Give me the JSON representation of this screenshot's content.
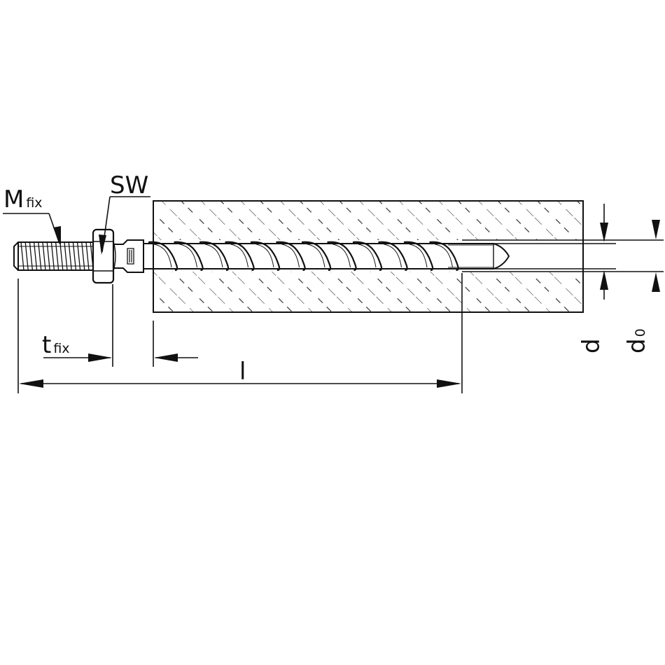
{
  "labels": {
    "m_main": "M",
    "m_sub": "fix",
    "sw": "SW",
    "t_main": "t",
    "t_sub": "fix",
    "length": "l",
    "d": "d",
    "d0_main": "d",
    "d0_sub": "0"
  }
}
